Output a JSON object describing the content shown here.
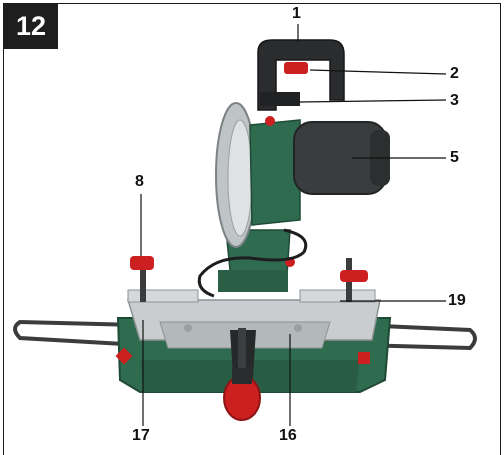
{
  "figure": {
    "number": "12",
    "callouts": {
      "c1": "1",
      "c2": "2",
      "c3": "3",
      "c5": "5",
      "c8": "8",
      "c16": "16",
      "c17": "17",
      "c19": "19"
    }
  },
  "colors": {
    "body_green": "#2f6b4f",
    "dark_green": "#1f4a36",
    "motor_gray": "#3a3d3e",
    "table_silver": "#c9cdcf",
    "accent_red": "#cc1f1f",
    "handle_dark": "#2a2c2d"
  }
}
